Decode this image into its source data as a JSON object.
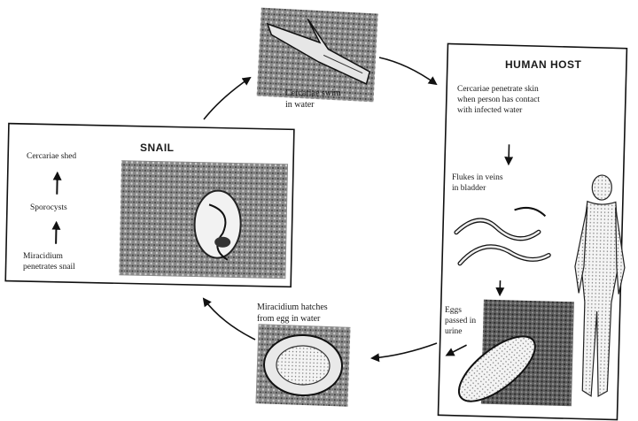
{
  "snail_panel": {
    "title": "SNAIL",
    "cercariae_shed": "Cercariae shed",
    "sporocysts": "Sporocysts",
    "miracidium": "Miracidium\npenetrates snail"
  },
  "top_stage": {
    "caption": "Cercariae swim\nin water"
  },
  "human_panel": {
    "title": "HUMAN HOST",
    "penetrate": "Cercariae penetrate skin\nwhen person has contact\nwith infected water",
    "flukes": "Flukes in veins\nin bladder",
    "eggs": "Eggs\npassed in\nurine"
  },
  "bottom_stage": {
    "caption": "Miracidium hatches\nfrom egg in water"
  }
}
